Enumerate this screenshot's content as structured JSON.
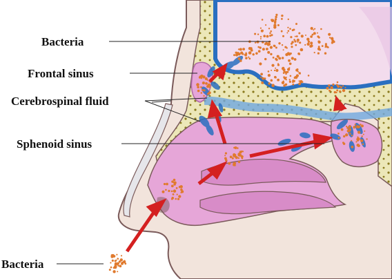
{
  "labels": {
    "bacteria_top": "Bacteria",
    "frontal_sinus": "Frontal sinus",
    "cerebrospinal_fluid": "Cerebrospinal fluid",
    "sphenoid_sinus": "Sphenoid sinus",
    "bacteria_bottom": "Bacteria"
  },
  "colors": {
    "skin": "#f2e4dc",
    "skin_outline": "#7a5a5a",
    "bone": "#ece7b8",
    "bone_dots": "#8a7a1e",
    "cavity": "#e6a6d8",
    "cavity_dark": "#d88cc8",
    "brain": "#f3dced",
    "meninges": "#2a6fc0",
    "csf_blue": "#6fa8e0",
    "cartilage": "#e6e6ea",
    "bacteria": "#e07a2e",
    "arrow": "#d42020",
    "leader_line": "#222222"
  }
}
